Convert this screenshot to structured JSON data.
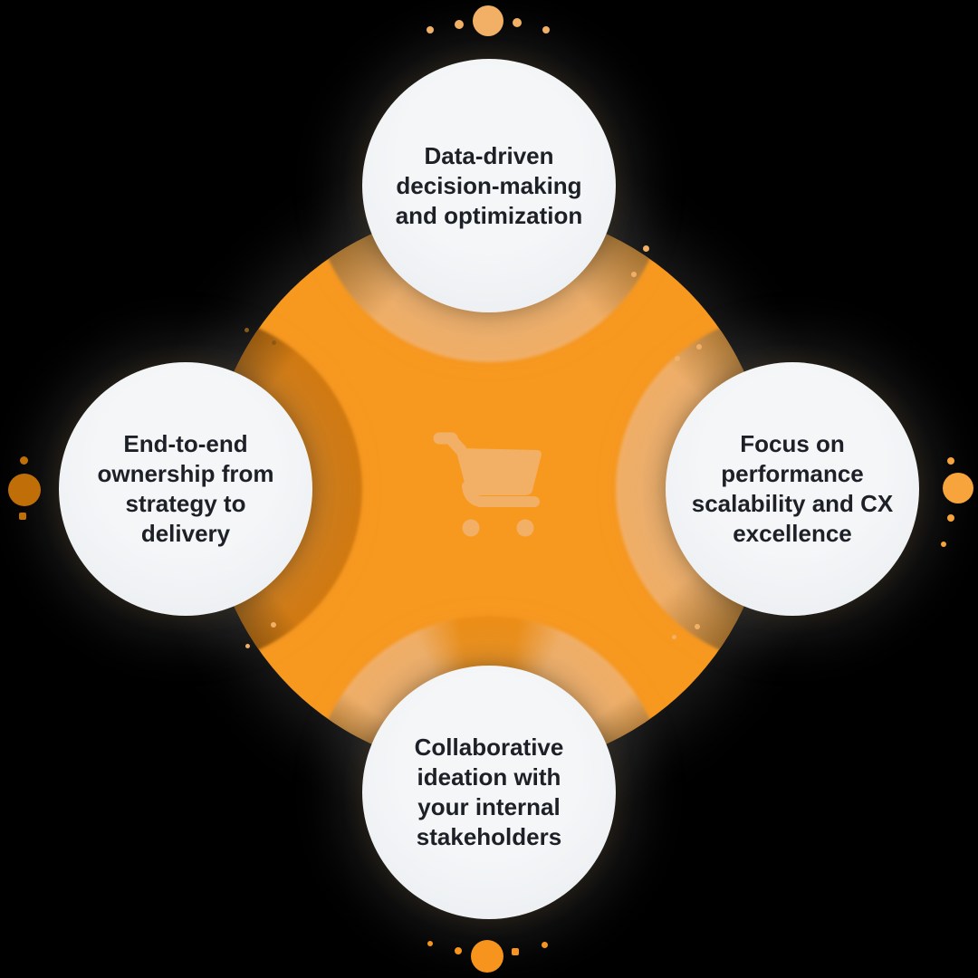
{
  "diagram": {
    "center_icon": "shopping-cart-icon",
    "nodes": [
      {
        "position": "top",
        "label": "Data-driven\ndecision-making\nand optimization"
      },
      {
        "position": "right",
        "label": "Focus on\nperformance\nscalability and CX\nexcellence"
      },
      {
        "position": "bottom",
        "label": "Collaborative\nideation with\nyour internal\nstakeholders"
      },
      {
        "position": "left",
        "label": "End-to-end\nownership from\nstrategy to\ndelivery"
      }
    ],
    "palette": {
      "background": "#000000",
      "orange": "#F8991F",
      "peach": "#F2AF66",
      "ringmid": "#EE8E15",
      "ringdark": "#D2790F",
      "ringend": "#6E4405",
      "ringendleft": "#4F3009",
      "dotdark": "#C06F08",
      "dotvivid": "#F7941D",
      "dotright": "#F8A43C",
      "circle": "#F0F2F4",
      "text": "#1D2026"
    }
  }
}
